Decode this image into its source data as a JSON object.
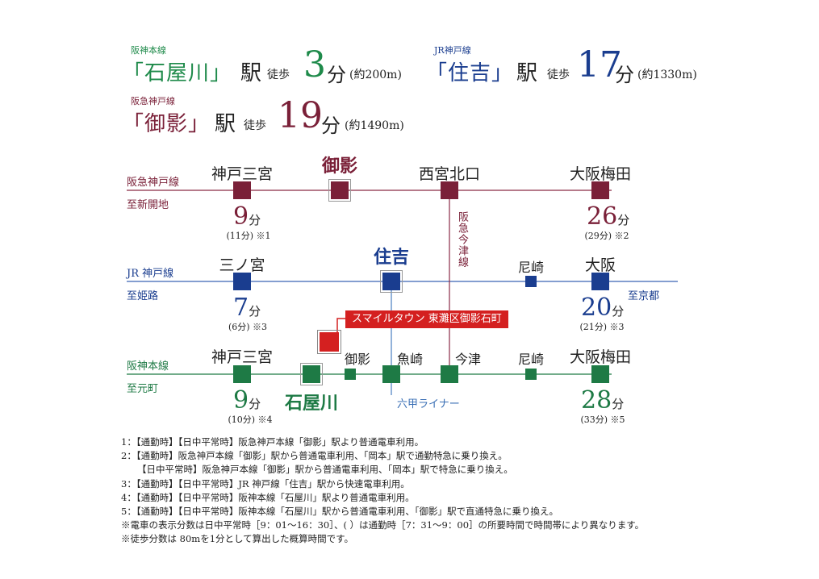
{
  "header": {
    "row1": [
      {
        "line": "阪神本線",
        "station": "「石屋川」",
        "eki": "駅",
        "toho": "徒歩",
        "minutes": "3",
        "fun": "分",
        "dist": "(約200m)",
        "color": "#1e8a4a"
      },
      {
        "line": "JR神戸線",
        "station": "「住吉」",
        "eki": "駅",
        "toho": "徒歩",
        "minutes": "17",
        "fun": "分",
        "dist": "(約1330m)",
        "color": "#1a3d8f"
      }
    ],
    "row2": [
      {
        "line": "阪急神戸線",
        "station": "「御影」",
        "eki": "駅",
        "toho": "徒歩",
        "minutes": "19",
        "fun": "分",
        "dist": "(約1490m)",
        "color": "#7a2038"
      }
    ]
  },
  "colors": {
    "hankyu": "#7a2038",
    "jr": "#1a3d8f",
    "hanshin": "#1e7a45",
    "imazu": "#8a2a45",
    "rokko": "#4a7fc0",
    "home": "#d42020"
  },
  "lines": {
    "hankyu": {
      "label": "阪急神戸線",
      "dest": "至新開地"
    },
    "jr": {
      "label": "JR 神戸線",
      "dest": "至姫路",
      "dest_right": "至京都"
    },
    "hanshin": {
      "label": "阪神本線",
      "dest": "至元町"
    },
    "imazu": {
      "label": "阪急今津線"
    },
    "rokko": {
      "label": "六甲ライナー"
    }
  },
  "stations": {
    "hankyu": [
      "神戸三宮",
      "御影",
      "西宮北口",
      "大阪梅田"
    ],
    "jr": [
      "三ノ宮",
      "住吉",
      "尼崎",
      "大阪"
    ],
    "hanshin": [
      "神戸三宮",
      "石屋川",
      "御影",
      "魚崎",
      "今津",
      "尼崎",
      "大阪梅田"
    ]
  },
  "times": {
    "hankyu_sannomiya": {
      "min": "9",
      "fun": "分",
      "sub": "(11分) ※1"
    },
    "hankyu_umeda": {
      "min": "26",
      "fun": "分",
      "sub": "(29分) ※2"
    },
    "jr_sannomiya": {
      "min": "7",
      "fun": "分",
      "sub": "(6分) ※3"
    },
    "jr_osaka": {
      "min": "20",
      "fun": "分",
      "sub": "(21分) ※3"
    },
    "hanshin_sannomiya": {
      "min": "9",
      "fun": "分",
      "sub": "(10分) ※4"
    },
    "hanshin_umeda": {
      "min": "28",
      "fun": "分",
      "sub": "(33分) ※5"
    }
  },
  "home": {
    "label": "スマイルタウン 東灘区御影石町"
  },
  "notes": [
    "1：【通勤時】【日中平常時】阪急神戸本線「御影」駅より普通電車利用。",
    "2：【通勤時】阪急神戸本線「御影」駅から普通電車利用、「岡本」駅で通勤特急に乗り換え。",
    "【日中平常時】阪急神戸本線「御影」駅から普通電車利用、「岡本」駅で特急に乗り換え。",
    "3：【通勤時】【日中平常時】JR 神戸線「住吉」駅から快速電車利用。",
    "4：【通勤時】【日中平常時】阪神本線「石屋川」駅より普通電車利用。",
    "5：【通勤時】【日中平常時】阪神本線「石屋川」駅から普通電車利用、「御影」駅で直通特急に乗り換え。",
    "※電車の表示分数は日中平常時［9：01～16：30］、( ）は通勤時［7：31～9：00］の所要時間で時間帯により異なります。",
    "※徒歩分数は 80mを1分として算出した概算時間です。"
  ]
}
